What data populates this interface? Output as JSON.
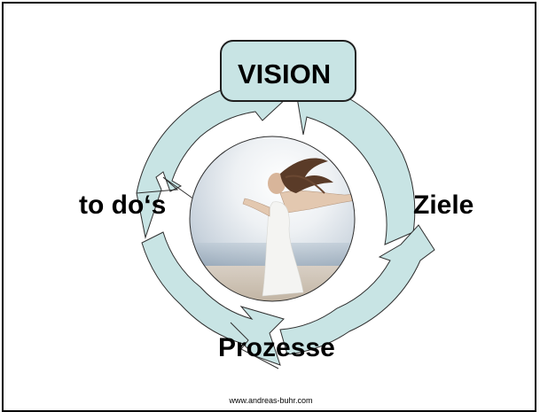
{
  "diagram": {
    "stages": {
      "top": "VISION",
      "right": "Ziele",
      "bottom": "Prozesse",
      "left": "to do‘s"
    },
    "center_image": "photo-woman-arms-outstretched-beach",
    "colors": {
      "arrow_fill": "#c8e4e4",
      "arrow_stroke": "#2f2f2f",
      "frame": "#000000"
    }
  },
  "footer": {
    "url": "www.andreas-buhr.com"
  }
}
